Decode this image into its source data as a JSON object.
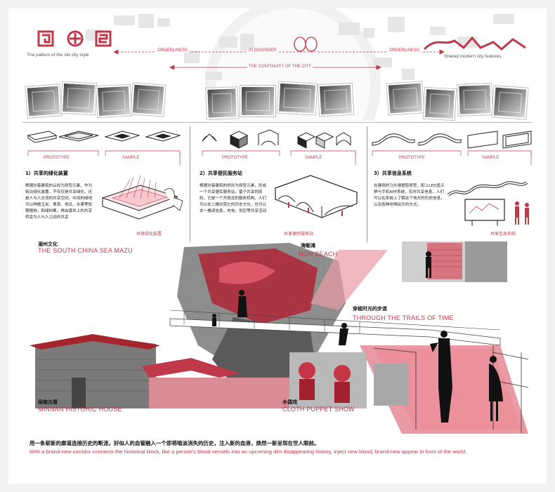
{
  "header": {
    "left_caption": "The pattern of the old city style",
    "right_caption": "Shared modern city features",
    "orderliness_left": "ORDERLINESS",
    "in_disorder": "IN DISORDER",
    "orderliness_right": "ORDERLINESS",
    "continuity": "THE CONTINUITY OF THE CITY"
  },
  "sections": [
    {
      "prototype": "PROTOTYPE",
      "sample": "SAMPLE",
      "title": "1）共享的绿化装置",
      "body": "根据坊巷建筑的云纹为原型元素，作为街边绿化装置，不仅仅是共享绿化，还是人与人交流的共享空间，中间的绿地可以种植玉米、青草、地瓜、水果等知期植物，和绿树果，再由喜欢上的共享转变为人与人之间的共享",
      "caption": "共享绿化装置"
    },
    {
      "prototype": "PROTOTYPE",
      "sample": "SAMPLE",
      "title": "2）共享便民服务站",
      "body": "根据坊巷建筑的拱形为原型元素，形成一个共享便民服务站，基于共享的原则，它是一个开放式的服务机构，人们可以在二楼欣赏它的历史文化，也可以去一楼读信息，充电，供应等共享活动",
      "caption": "共享便民服务站"
    },
    {
      "prototype": "PROTOTYPE",
      "sample": "SAMPLE",
      "title": "3）共享信息系统",
      "body": "在建筑的马头墙提取原型，配上LED显示屏与手机APP系统，实时共享信息，人们可以在系统上了解这个地方的历史信息，以及各种吃喝玩乐的方式。",
      "caption": "共享信息系统"
    }
  ],
  "collage": {
    "mazu_cn": "湄州文化",
    "mazu_en": "THE SOUTH CHINA SEA MAZU",
    "beach_cn": "海蛎滩",
    "beach_en": "NON BEACH",
    "trails_cn": "穿梭时光的步道",
    "trails_en": "THROUGH THE TRAILS OF TIME",
    "house_cn": "闽南古厝",
    "house_en": "MINNAN HISTORIC HOUSE",
    "puppet_cn": "木偶戏",
    "puppet_en": "CLOTH PUPPET SHOW"
  },
  "footer": {
    "cn": "用一条崭新的廊道连接历史的断流，好似人的血管融入一个即将暗淡消失的历史，注入新的血液，焕然一新呈现在世人眼前。",
    "en": "With a brand-new corridor connects the historical block, like a person's blood vessels into an upcoming dim disappearing history, inject new blood, brand-new appear in front of the world."
  },
  "colors": {
    "accent": "#c0394b",
    "accent_light": "#e99aa4"
  }
}
